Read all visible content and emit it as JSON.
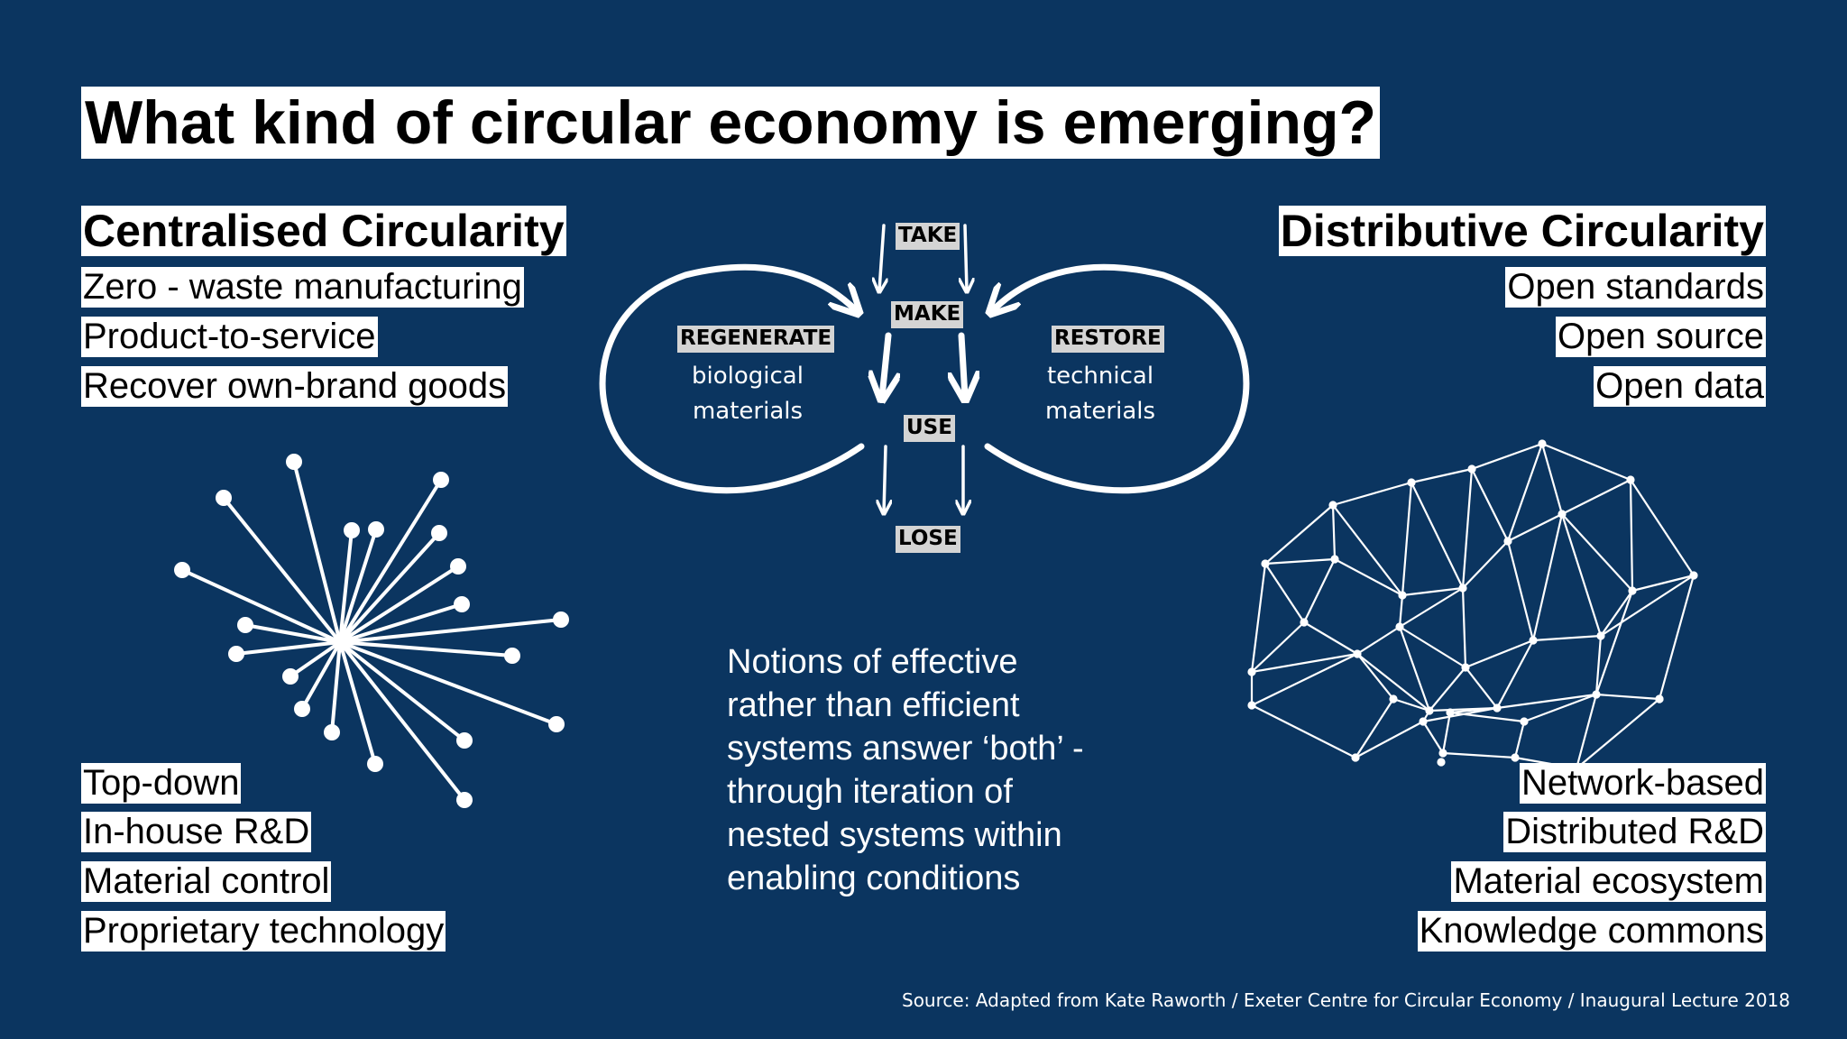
{
  "title": "What kind of circular economy is emerging?",
  "left": {
    "heading": "Centralised Circularity",
    "top_items": [
      "Zero - waste manufacturing",
      "Product-to-service",
      "Recover own-brand goods"
    ],
    "bottom_items": [
      "Top-down",
      "In-house R&D",
      "Material control",
      "Proprietary technology"
    ]
  },
  "right": {
    "heading": "Distributive Circularity",
    "top_items": [
      "Open standards",
      "Open source",
      "Open data"
    ],
    "bottom_items": [
      "Network-based",
      "Distributed R&D",
      "Material ecosystem",
      "Knowledge commons"
    ]
  },
  "cycle": {
    "take": "TAKE",
    "make": "MAKE",
    "use": "USE",
    "lose": "LOSE",
    "regenerate": {
      "label": "REGENERATE",
      "line1": "biological",
      "line2": "materials"
    },
    "restore": {
      "label": "RESTORE",
      "line1": "technical",
      "line2": "materials"
    }
  },
  "notion_lines": [
    "Notions of effective",
    "rather than efficient",
    "systems answer ‘both’ -",
    "through iteration of",
    "nested systems within",
    "enabling conditions"
  ],
  "source": "Source:  Adapted from Kate Raworth / Exeter Centre for Circular Economy / Inaugural Lecture 2018",
  "colors": {
    "background": "#0b3560",
    "highlight": "#ffffff",
    "cycle_label_bg": "#d4d4d4"
  }
}
